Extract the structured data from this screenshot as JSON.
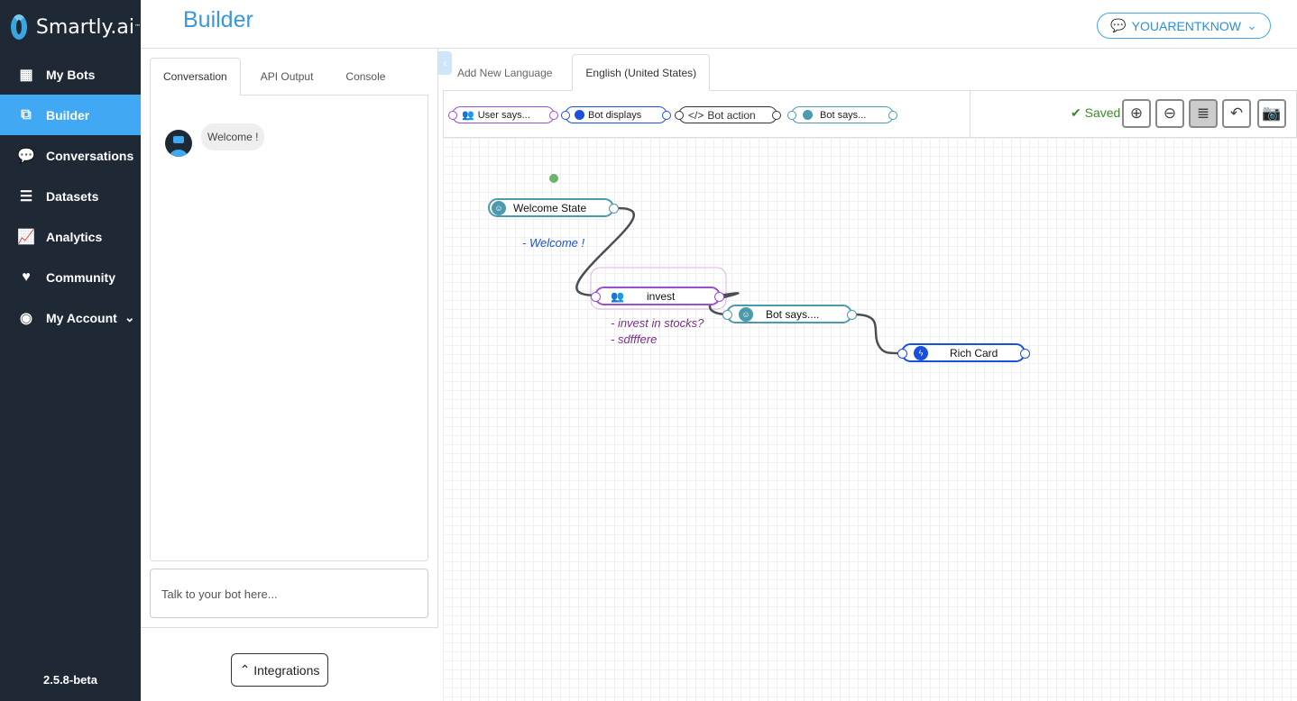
{
  "brand": {
    "name": "Smartly.ai",
    "tm": "™"
  },
  "sidebar": {
    "items": [
      {
        "label": "My Bots",
        "icon": "grid-icon"
      },
      {
        "label": "Builder",
        "icon": "sitemap-icon",
        "active": true
      },
      {
        "label": "Conversations",
        "icon": "comments-icon"
      },
      {
        "label": "Datasets",
        "icon": "database-icon"
      },
      {
        "label": "Analytics",
        "icon": "line-chart-icon"
      },
      {
        "label": "Community",
        "icon": "heart-icon"
      },
      {
        "label": "My Account",
        "icon": "user-circle-icon"
      }
    ],
    "version": "2.5.8-beta"
  },
  "header": {
    "title": "Builder",
    "user": "YOUAREN​TKNOW"
  },
  "left": {
    "tabs": [
      "Conversation",
      "API Output",
      "Console"
    ],
    "messages": [
      {
        "from": "bot",
        "text": "Welcome !"
      }
    ],
    "input_placeholder": "Talk to your bot here...",
    "integrations": "Integrations"
  },
  "right": {
    "tabs": [
      "Add New Language",
      "English (United States)"
    ],
    "palette": [
      {
        "label": "User says...",
        "color": "#9b4fd0"
      },
      {
        "label": "Bot displays",
        "color": "#1a50e0"
      },
      {
        "label": "Bot action",
        "color": "#333333"
      },
      {
        "label": "Bot says...",
        "color": "#4b9aae"
      }
    ],
    "status": "Saved"
  },
  "flow": {
    "nodes": [
      {
        "label": "Welcome State",
        "type": "bot-says"
      },
      {
        "label": "invest",
        "type": "user-says"
      },
      {
        "label": "Bot says....",
        "type": "bot-says"
      },
      {
        "label": "Rich Card",
        "type": "bot-displays"
      }
    ],
    "annotations": {
      "welcome": "- Welcome !",
      "invest1": "- invest in stocks?",
      "invest2": "- sdfffere"
    }
  }
}
